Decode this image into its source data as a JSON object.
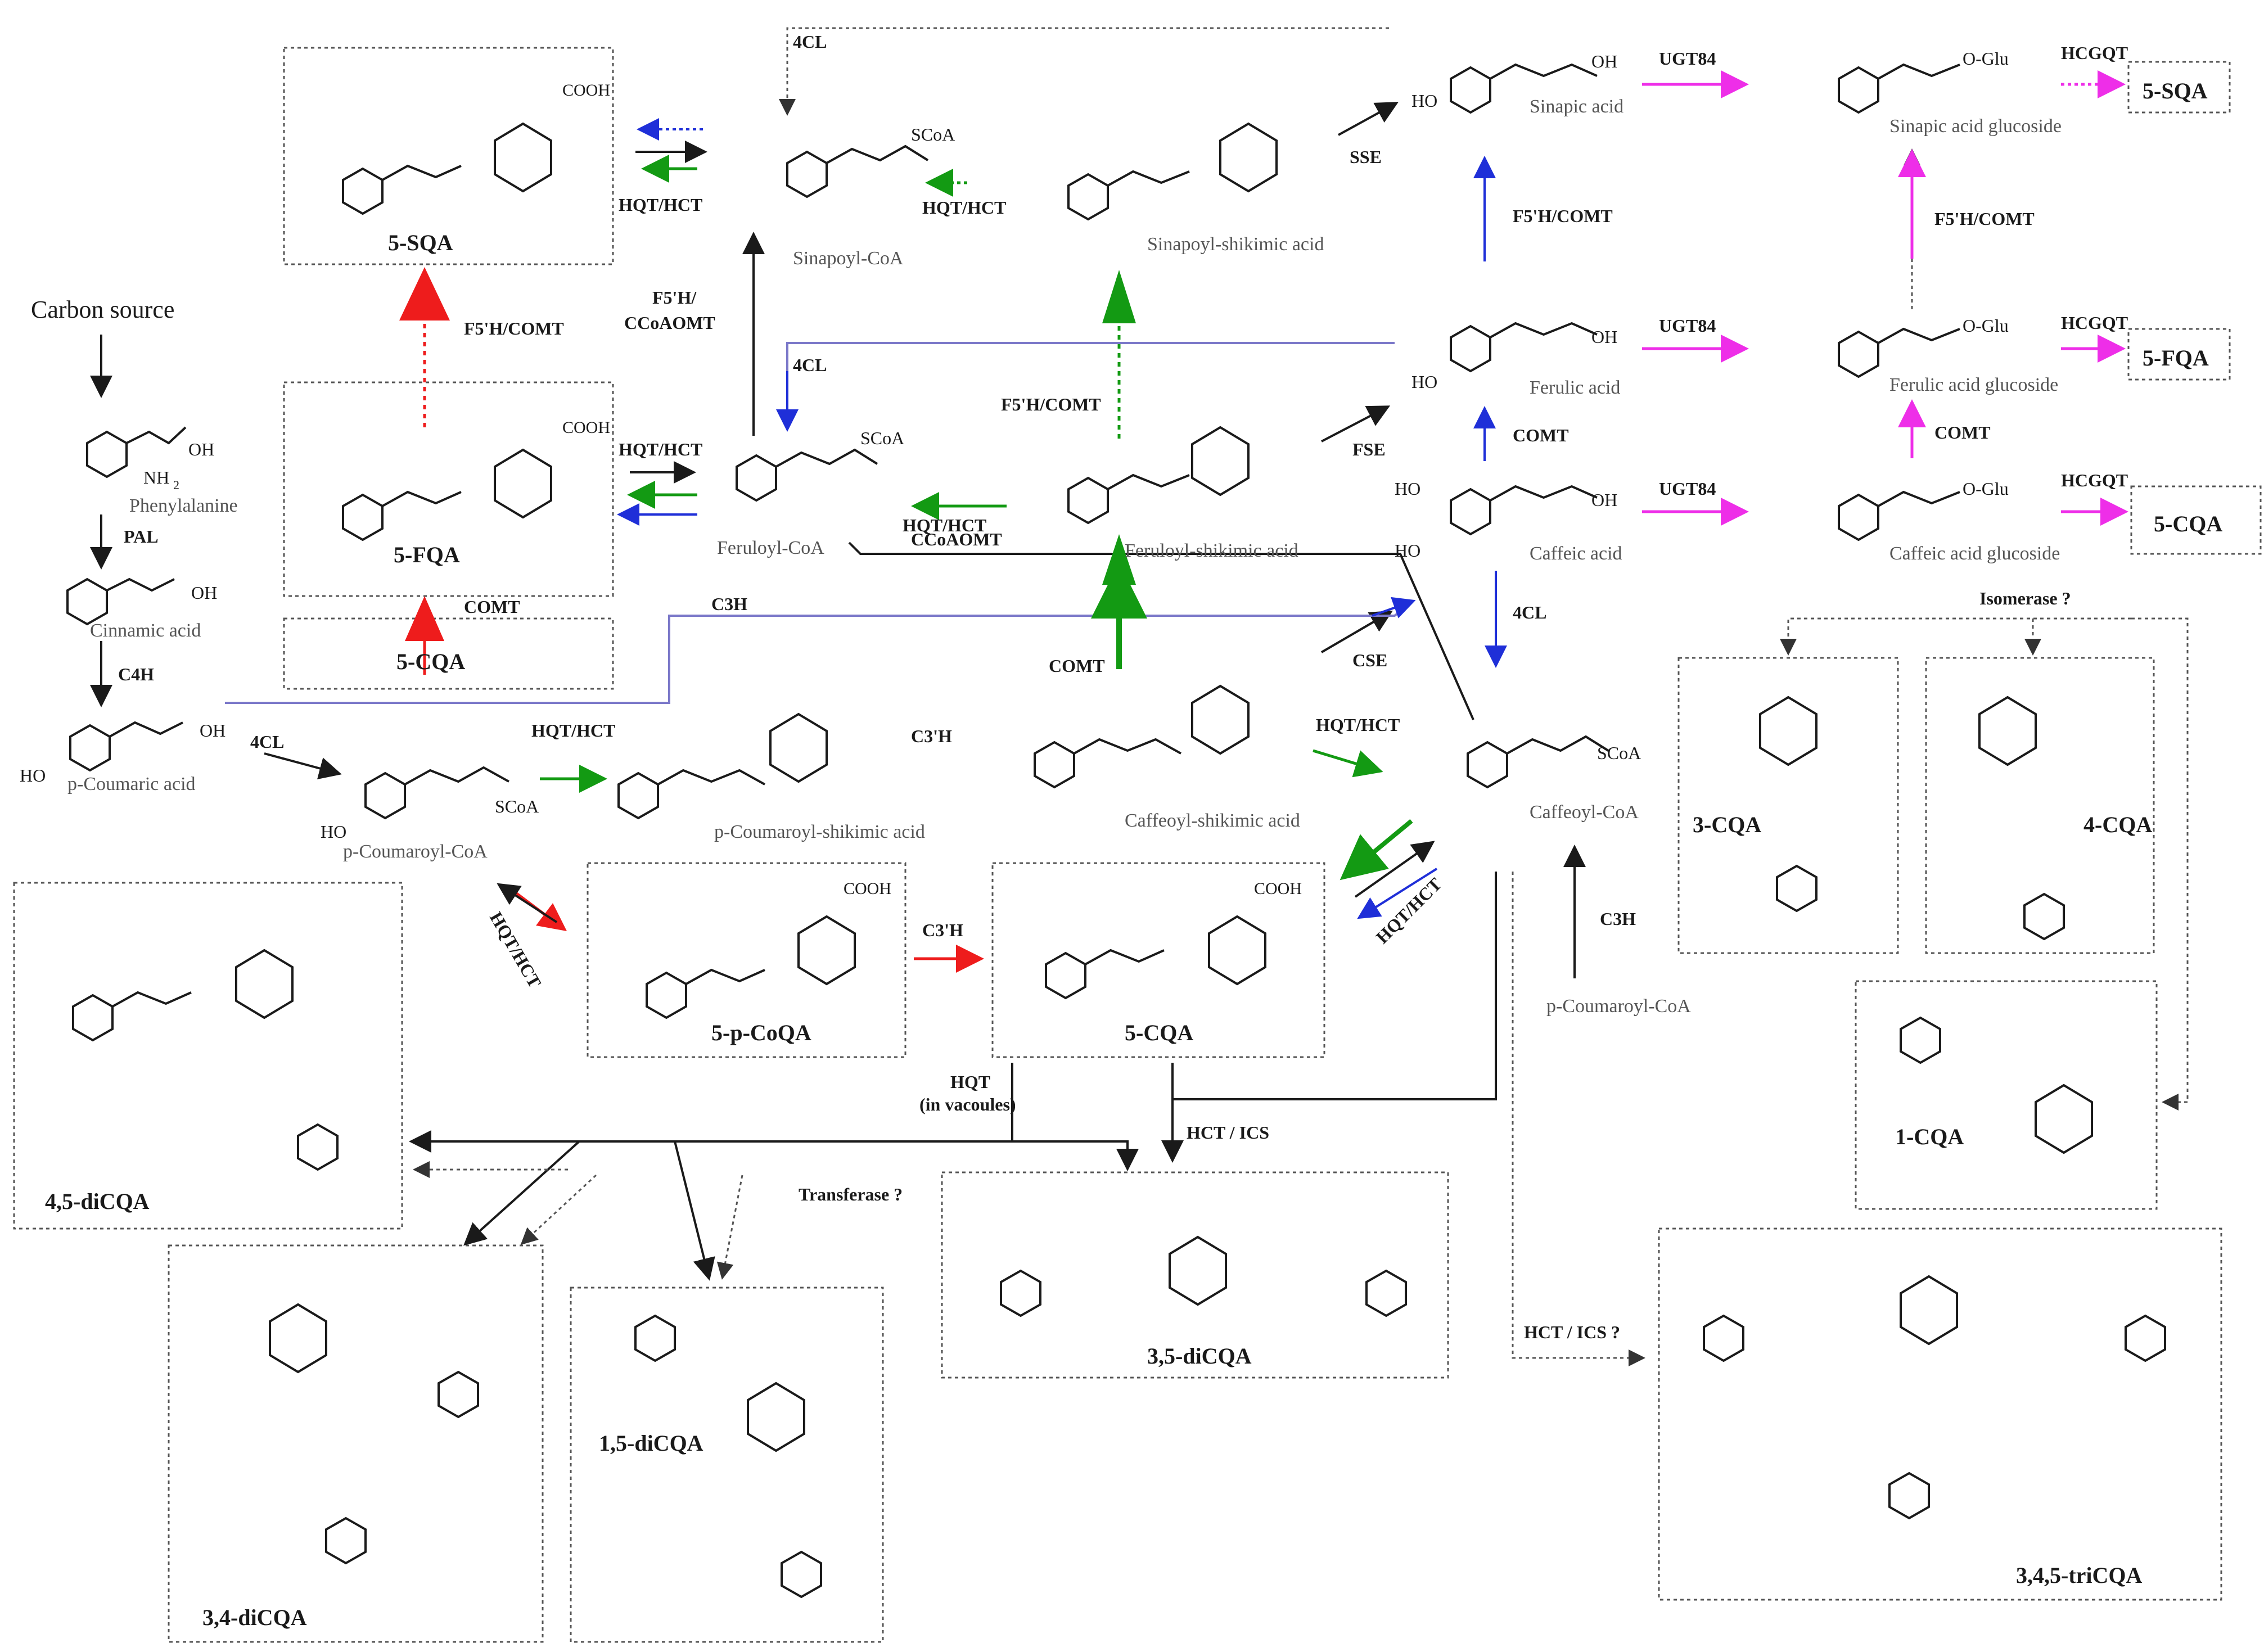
{
  "start": {
    "carbon_source": "Carbon source"
  },
  "compounds": {
    "phenylalanine": "Phenylalanine",
    "cinnamic": "Cinnamic acid",
    "p_coumaric": "p-Coumaric acid",
    "p_coumaroyl_coa": "p-Coumaroyl-CoA",
    "p_coumaroyl_coa_2": "p-Coumaroyl-CoA",
    "p_coumaroyl_shikimic": "p-Coumaroyl-shikimic acid",
    "caffeoyl_shikimic": "Caffeoyl-shikimic acid",
    "caffeoyl_coa": "Caffeoyl-CoA",
    "caffeic": "Caffeic acid",
    "caffeic_glc": "Caffeic acid glucoside",
    "ferulic": "Ferulic acid",
    "ferulic_glc": "Ferulic acid glucoside",
    "feruloyl_coa": "Feruloyl-CoA",
    "feruloyl_shikimic": "Feruloyl-shikimic acid",
    "sinapic": "Sinapic acid",
    "sinapic_glc": "Sinapic acid glucoside",
    "sinapoyl_coa": "Sinapoyl-CoA",
    "sinapoyl_shikimic": "Sinapoyl-shikimic acid"
  },
  "boxes": {
    "sqa_top": "5-SQA",
    "fqa": "5-FQA",
    "cqa_small": "5-CQA",
    "pcoqa": "5-p-CoQA",
    "cqa_main": "5-CQA",
    "sqa_right": "5-SQA",
    "fqa_right": "5-FQA",
    "cqa_right": "5-CQA",
    "cqa3": "3-CQA",
    "cqa4": "4-CQA",
    "cqa1": "1-CQA",
    "dicqa45": "4,5-diCQA",
    "dicqa34": "3,4-diCQA",
    "dicqa15": "1,5-diCQA",
    "dicqa35": "3,5-diCQA",
    "tricqa": "3,4,5-triCQA"
  },
  "enzymes": {
    "pal": "PAL",
    "c4h": "C4H",
    "cl4_a": "4CL",
    "cl4_b": "4CL",
    "cl4_c": "4CL",
    "cl4_d": "4CL",
    "hqt_hct_a": "HQT/HCT",
    "hqt_hct_b": "HQT/HCT",
    "hqt_hct_c": "HQT/HCT",
    "hqt_hct_d": "HQT/HCT",
    "hqt_hct_e": "HQT/HCT",
    "hqt_hct_f": "HQT/HCT",
    "hqt_hct_g": "HQT/HCT",
    "hqt_hct_h": "HQT/HCT",
    "c3h_a": "C3'H",
    "c3h_b": "C3'H",
    "c3h_c": "C3H",
    "c3h_d": "C3H",
    "comt_a": "COMT",
    "comt_b": "COMT",
    "comt_c": "COMT",
    "comt_d": "COMT",
    "f5h_comt_a": "F5'H/COMT",
    "f5h_comt_b": "F5'H/COMT",
    "f5h_comt_c": "F5'H/COMT",
    "f5h_comt_d": "F5'H/COMT",
    "f5h_ccoaomt_1": "F5'H/",
    "f5h_ccoaomt_2": "CCoAOMT",
    "ccoaomt": "CCoAOMT",
    "sse": "SSE",
    "fse": "FSE",
    "cse": "CSE",
    "ugt84_a": "UGT84",
    "ugt84_b": "UGT84",
    "ugt84_c": "UGT84",
    "hcgqt_a": "HCGQT",
    "hcgqt_b": "HCGQT",
    "hcgqt_c": "HCGQT",
    "isomerase": "Isomerase ?",
    "hqt_vac_1": "HQT",
    "hqt_vac_2": "(in vacoules)",
    "hct_ics": "HCT / ICS",
    "hct_ics_q": "HCT / ICS ?",
    "transferase": "Transferase ?"
  },
  "groups": {
    "cooh": "COOH",
    "oh": "OH",
    "ho": "HO",
    "nh2": "NH",
    "nh2_sub": "2",
    "scoa": "SCoA",
    "o_glu": "O-Glu",
    "p_prefix": "p-"
  },
  "colors": {
    "black": "#1a1a1a",
    "blue": "#1f2fd8",
    "green": "#139a13",
    "red": "#ee1c1c",
    "magenta": "#ee2ee8",
    "purple_line": "#7b78c9",
    "grey_box": "#555555"
  }
}
